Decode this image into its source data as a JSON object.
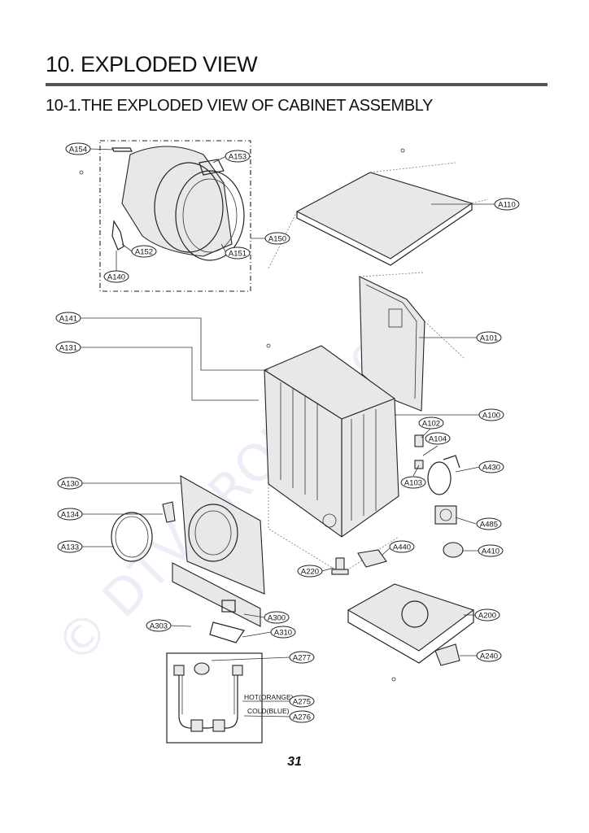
{
  "page": {
    "section_title": "10. EXPLODED VIEW",
    "subsection_title": "10-1.THE EXPLODED VIEW OF CABINET ASSEMBLY",
    "page_number": "31",
    "watermark": "© DTV-PROJEKT.cz"
  },
  "labels": {
    "A154": "A154",
    "A153": "A153",
    "A152": "A152",
    "A151": "A151",
    "A150": "A150",
    "A140": "A140",
    "A110": "A110",
    "A101": "A101",
    "A141": "A141",
    "A131": "A131",
    "A100": "A100",
    "A102": "A102",
    "A104": "A104",
    "A103": "A103",
    "A430": "A430",
    "A130": "A130",
    "A134": "A134",
    "A133": "A133",
    "A485": "A485",
    "A410": "A410",
    "A440": "A440",
    "A220": "A220",
    "A200": "A200",
    "A300": "A300",
    "A303": "A303",
    "A310": "A310",
    "A240": "A240",
    "A277": "A277",
    "A275": "A275",
    "A276": "A276"
  },
  "notes": {
    "hot": "HOT(ORANGE)",
    "cold": "COLD(BLUE)"
  }
}
